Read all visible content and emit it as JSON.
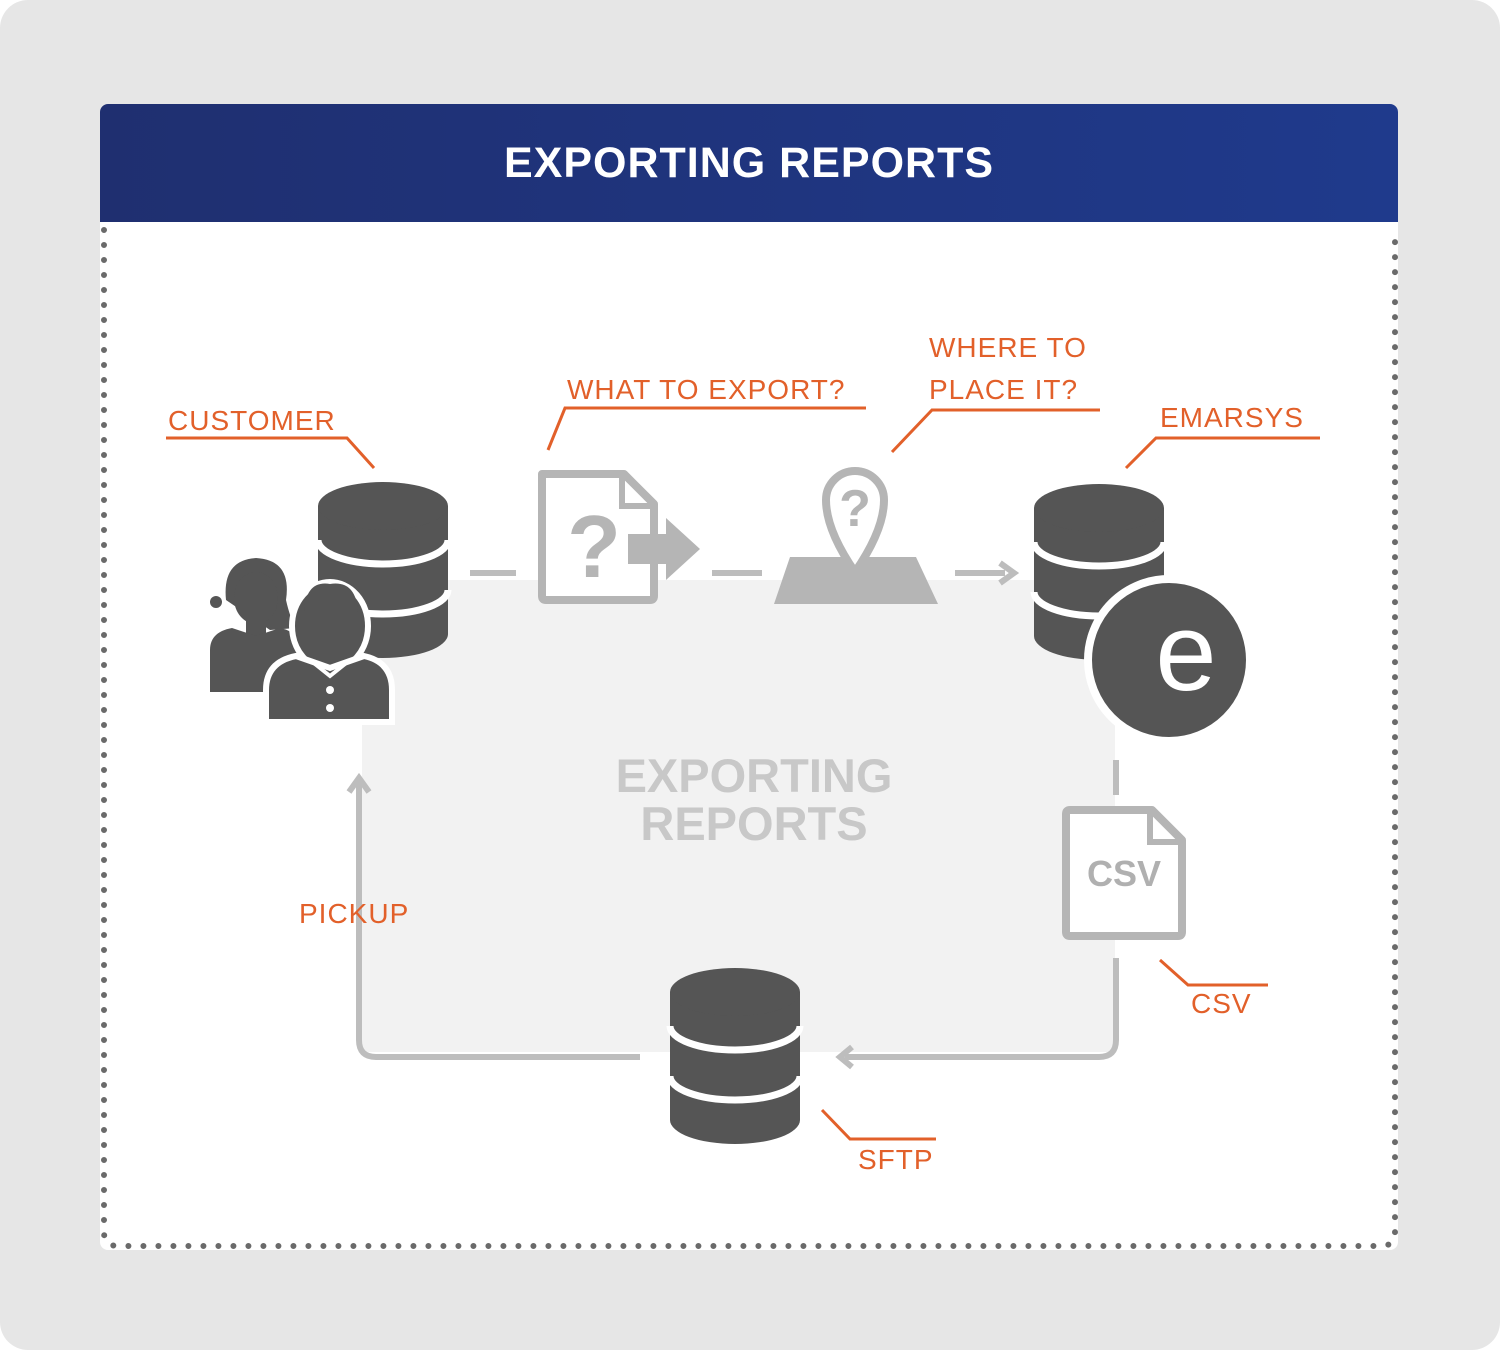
{
  "header": {
    "title": "EXPORTING REPORTS"
  },
  "center": {
    "line1": "EXPORTING",
    "line2": "REPORTS"
  },
  "labels": {
    "customer": "CUSTOMER",
    "what_to_export": "WHAT TO EXPORT?",
    "where_line1": "WHERE TO",
    "where_line2": "PLACE IT?",
    "emarsys": "EMARSYS",
    "csv": "CSV",
    "sftp": "SFTP",
    "pickup": "PICKUP"
  },
  "icons": {
    "csv_file_text": "CSV",
    "emarsys_logo_letter": "e",
    "question_mark": "?"
  },
  "colors": {
    "accent": "#e2602a",
    "header": "#1f3585",
    "icon_dark": "#555555",
    "icon_light": "#b5b5b5"
  }
}
